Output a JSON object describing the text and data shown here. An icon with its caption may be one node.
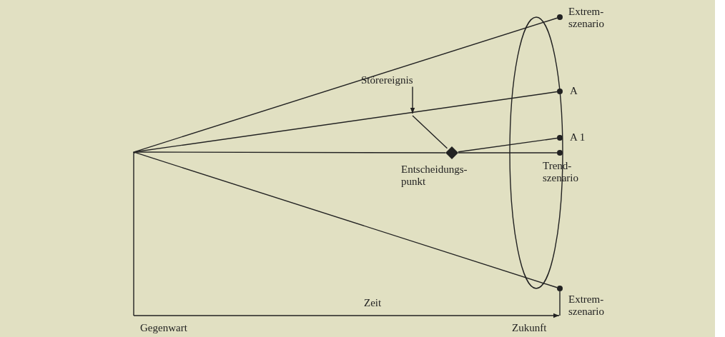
{
  "diagram": {
    "nodes": [
      {
        "text": [],
        "shape": "point"
      },
      {
        "text": [],
        "shape": "dot",
        "beside": [
          "Extrem- szenario"
        ]
      },
      {
        "text": [],
        "shape": "dot",
        "beside": [
          "A"
        ]
      },
      {
        "text": [],
        "shape": "dot",
        "beside": [
          "A 1"
        ]
      },
      {
        "text": [],
        "shape": "dot",
        "beside": [
          "Trend- szenario"
        ]
      },
      {
        "text": [],
        "shape": "dot",
        "beside": [
          "Extrem- szenario"
        ]
      },
      {
        "text": [],
        "shape": "diamond",
        "beside": [
          "Entscheidungs- punkt"
        ]
      },
      {
        "text": [
          "Störereignis"
        ]
      }
    ],
    "edges": [
      {
        "from": 0,
        "to": 1,
        "arrow": "none"
      },
      {
        "from": 0,
        "to": 2,
        "arrow": "none"
      },
      {
        "from": 0,
        "to": 6,
        "arrow": "none"
      },
      {
        "from": 6,
        "to": 4,
        "arrow": "none"
      },
      {
        "from": 0,
        "to": 5,
        "arrow": "none"
      },
      {
        "from": 6,
        "to": 3,
        "arrow": "none"
      },
      {
        "from": 7,
        "to": null,
        "arrow": "to"
      },
      {
        "from": null,
        "to": 6,
        "arrow": "none"
      }
    ],
    "labels": [
      "Zeit",
      "Gegenwart",
      "Zukunft"
    ]
  }
}
